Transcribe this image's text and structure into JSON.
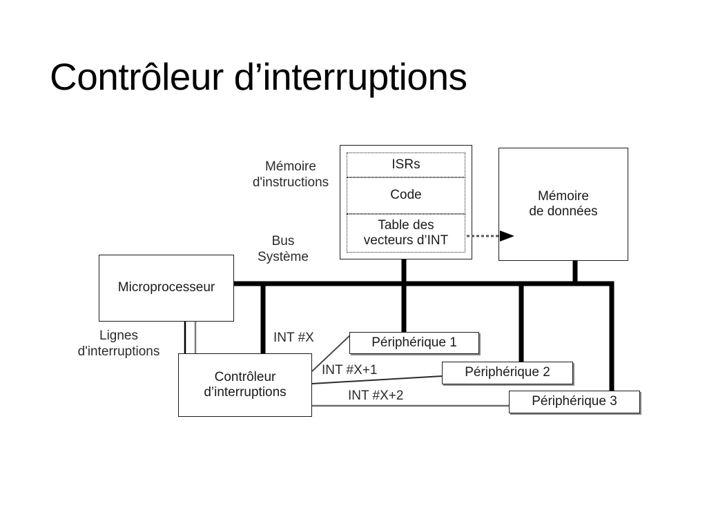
{
  "slide": {
    "title": "Contrôleur d’interruptions",
    "background_color": "#ffffff",
    "ink_color": "#1a1a1a"
  },
  "diagram": {
    "boxes": {
      "instruction_memory": {
        "label": "Mémoire\nd'instructions",
        "sections": [
          {
            "label": "ISRs"
          },
          {
            "label": "Code"
          },
          {
            "label": "Table des\nvecteurs d’INT"
          }
        ]
      },
      "data_memory": {
        "label": "Mémoire\nde données"
      },
      "microprocessor": {
        "label": "Microprocesseur"
      },
      "interrupt_controller": {
        "label": "Contrôleur\nd’interruptions"
      },
      "peripheral_1": {
        "label": "Périphérique 1"
      },
      "peripheral_2": {
        "label": "Périphérique 2"
      },
      "peripheral_3": {
        "label": "Périphérique 3"
      }
    },
    "labels": {
      "system_bus": "Bus\nSystème",
      "interrupt_lines": "Lignes\nd'interruptions",
      "int_x": "INT #X",
      "int_x_plus_1": "INT #X+1",
      "int_x_plus_2": "INT #X+2"
    }
  }
}
